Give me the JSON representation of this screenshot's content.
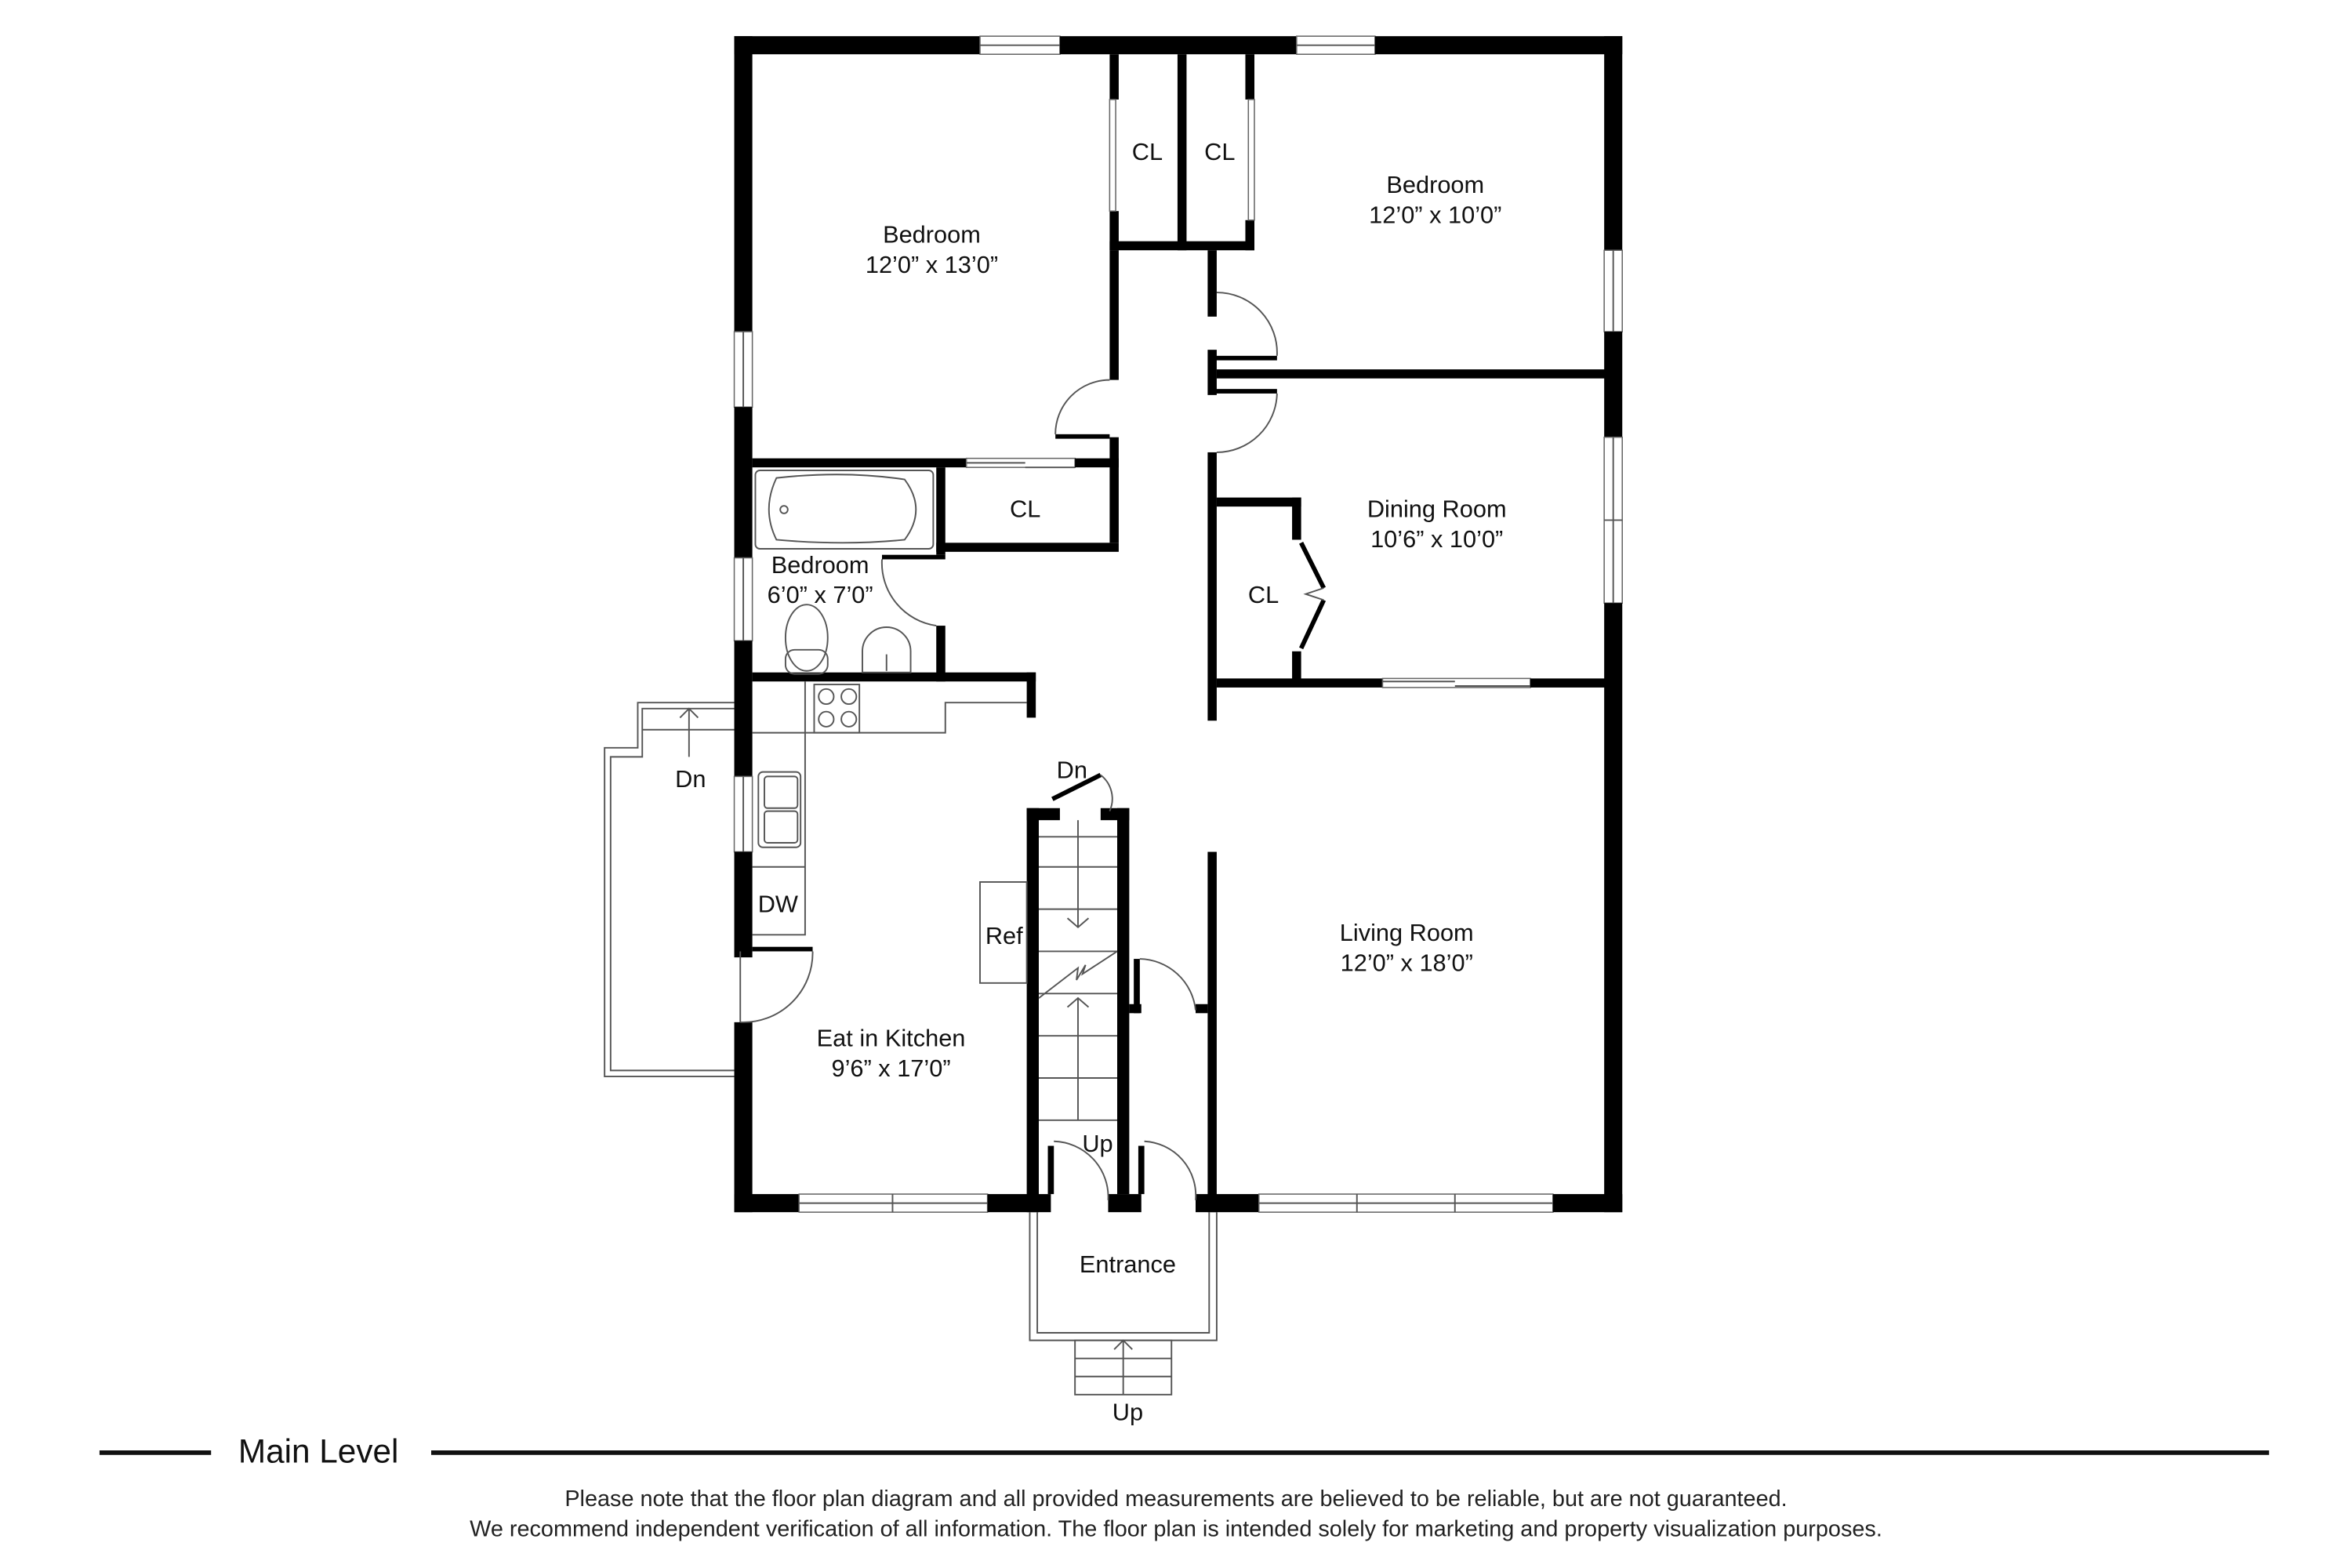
{
  "level": {
    "title": "Main Level"
  },
  "rooms": {
    "bedroom_nw": {
      "name": "Bedroom",
      "size": "12’0” x 13’0”"
    },
    "bedroom_ne": {
      "name": "Bedroom",
      "size": "12’0” x 10’0”"
    },
    "bath": {
      "name": "Bedroom",
      "size": "6’0” x 7’0”"
    },
    "dining": {
      "name": "Dining Room",
      "size": "10’6” x 10’0”"
    },
    "living": {
      "name": "Living Room",
      "size": "12’0” x 18’0”"
    },
    "kitchen": {
      "name": "Eat in Kitchen",
      "size": "9’6” x 17’0”"
    },
    "entrance": {
      "name": "Entrance"
    }
  },
  "closets": {
    "cl_top_left": "CL",
    "cl_top_right": "CL",
    "cl_hall": "CL",
    "cl_dining": "CL"
  },
  "fixtures": {
    "dishwasher": "DW",
    "refrigerator": "Ref"
  },
  "stairs": {
    "deck_down": "Dn",
    "interior_down": "Dn",
    "interior_up": "Up",
    "entrance_up": "Up"
  },
  "disclaimer": {
    "line1": "Please note that the floor plan diagram and all provided measurements are believed to be reliable, but are not guaranteed.",
    "line2": "We recommend independent verification of all information. The floor plan is intended solely for marketing and property visualization purposes."
  },
  "colors": {
    "wall": "#000000",
    "line": "#555555",
    "background": "#ffffff"
  }
}
